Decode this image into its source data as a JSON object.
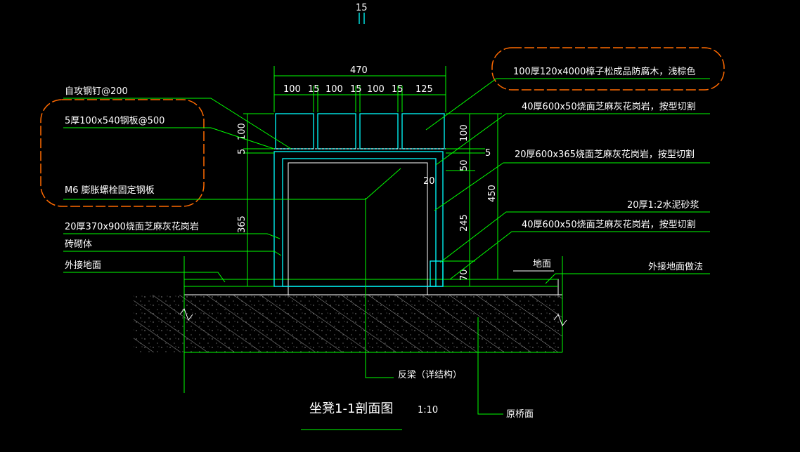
{
  "sheet_number": "15",
  "title": "坐凳1-1剖面图",
  "scale": "1:10",
  "dimensions": {
    "top_total": "470",
    "top_parts": [
      "100",
      "15",
      "100",
      "15",
      "100",
      "15",
      "125"
    ],
    "left_100": "100",
    "left_5": "5",
    "left_365": "365",
    "right_100": "100",
    "right_5": "5",
    "right_50": "50",
    "right_20": "20",
    "right_245": "245",
    "right_70": "70",
    "right_450": "450"
  },
  "labels": {
    "screw": "自攻钢钉@200",
    "steel_plate": "5厚100x540钢板@500",
    "bolt": "M6 膨胀螺栓固定钢板",
    "granite_370": "20厚370x900烧面芝麻灰花岗岩",
    "masonry": "砖砌体",
    "outer_ground_left": "外接地面",
    "timber": "100厚120x4000樟子松成品防腐木，浅棕色",
    "granite_600_top": "40厚600x50烧面芝麻灰花岗岩，按型切割",
    "granite_365": "20厚600x365烧面芝麻灰花岗岩，按型切割",
    "mortar": "20厚1:2水泥砂浆",
    "granite_600_bottom": "40厚600x50烧面芝麻灰花岗岩，按型切割",
    "ground": "地面",
    "outer_ground_right": "外接地面做法",
    "beam": "反梁（详结构）",
    "bridge_surface": "原桥面"
  }
}
